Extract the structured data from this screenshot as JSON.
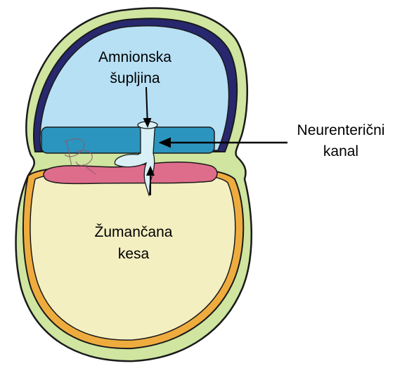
{
  "labels": {
    "amnion_line1": "Amnionska",
    "amnion_line2": "šupljina",
    "canal_line1": "Neurenterični",
    "canal_line2": "kanal",
    "yolk_line1": "Žumančana",
    "yolk_line2": "kesa"
  },
  "watermark": "DR",
  "colors": {
    "chorion_green": "#cfe5a0",
    "outline": "#1a1a1a",
    "amnion_navy": "#27286e",
    "amniotic_cavity": "#b7e0f5",
    "ectoderm_blue": "#2b95bf",
    "endoderm_pink": "#de6d8b",
    "yolk_orange": "#efac3e",
    "yolk_sac": "#f4efc1",
    "canal_light": "#d8f0f6"
  }
}
